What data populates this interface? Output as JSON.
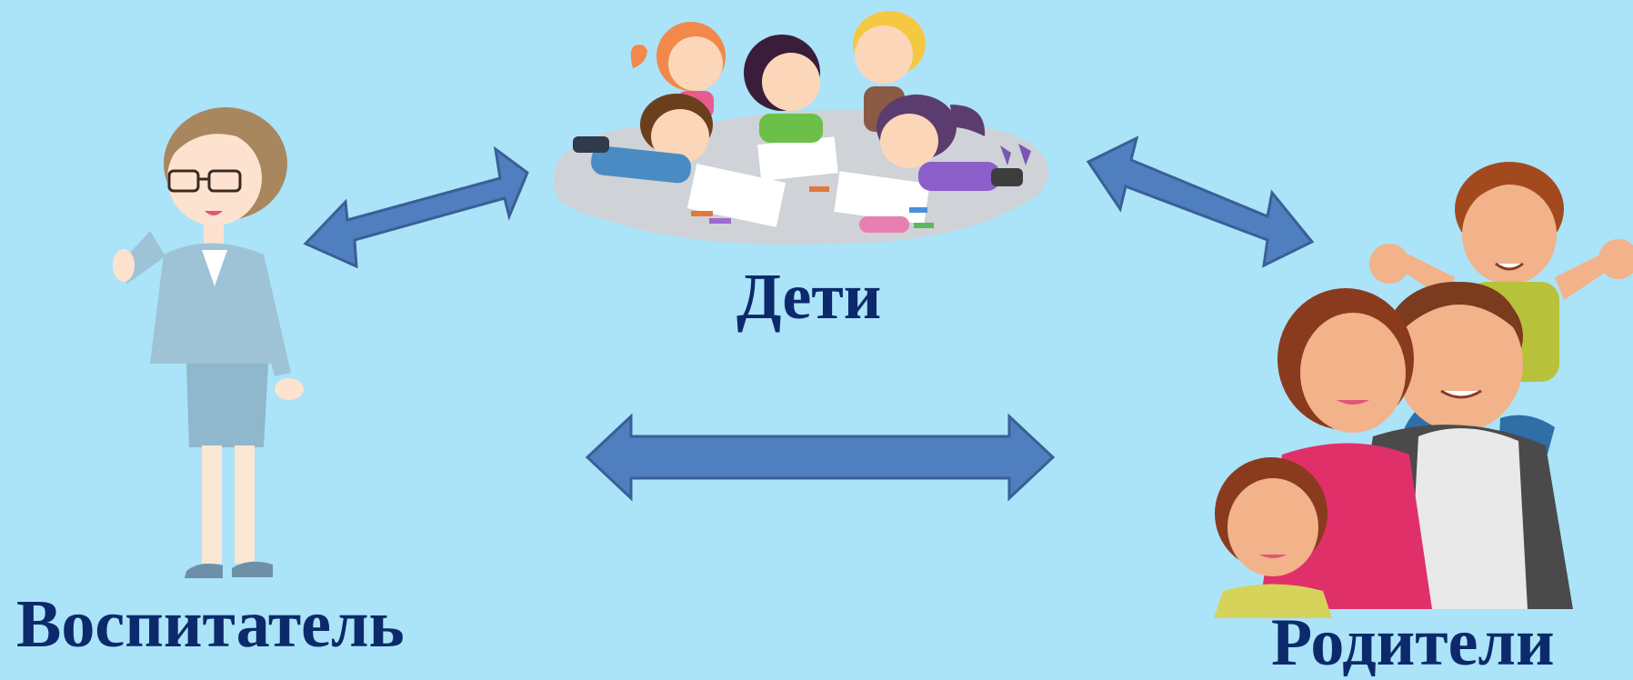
{
  "nodes": {
    "children": {
      "label": "Дети"
    },
    "teacher": {
      "label": "Воспитатель"
    },
    "parents": {
      "label": "Родители"
    }
  },
  "colors": {
    "background": "#abe3f8",
    "arrow_fill": "#4f7fbf",
    "arrow_stroke": "#3a5f96",
    "label_text": "#0c2a6b"
  },
  "illustrations": {
    "children": "kids-drawing-picture",
    "teacher": "teacher-woman-picture",
    "parents": "family-picture"
  }
}
